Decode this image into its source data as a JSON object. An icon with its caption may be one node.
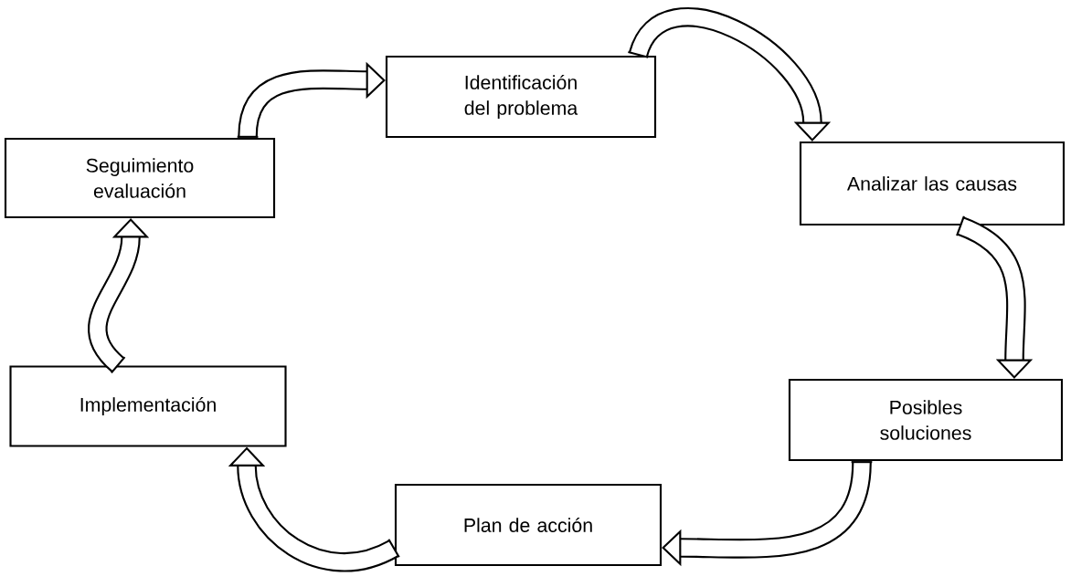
{
  "diagram": {
    "nodes": [
      {
        "text": [
          "Identificación del problema"
        ]
      },
      {
        "text": [
          "Analizar las causas"
        ]
      },
      {
        "text": [
          "Posibles soluciones"
        ]
      },
      {
        "text": [
          "Plan de acción"
        ]
      },
      {
        "text": [
          "Implementación"
        ]
      },
      {
        "text": [
          "Seguimiento evaluación"
        ]
      }
    ],
    "edges": [
      {
        "from": 0,
        "to": 1,
        "arrow": "to"
      },
      {
        "from": 1,
        "to": 2,
        "arrow": "to"
      },
      {
        "from": 2,
        "to": 3,
        "arrow": "to"
      },
      {
        "from": 3,
        "to": 4,
        "arrow": "to"
      },
      {
        "from": 4,
        "to": 5,
        "arrow": "to"
      },
      {
        "from": 5,
        "to": 0,
        "arrow": "to"
      }
    ]
  }
}
